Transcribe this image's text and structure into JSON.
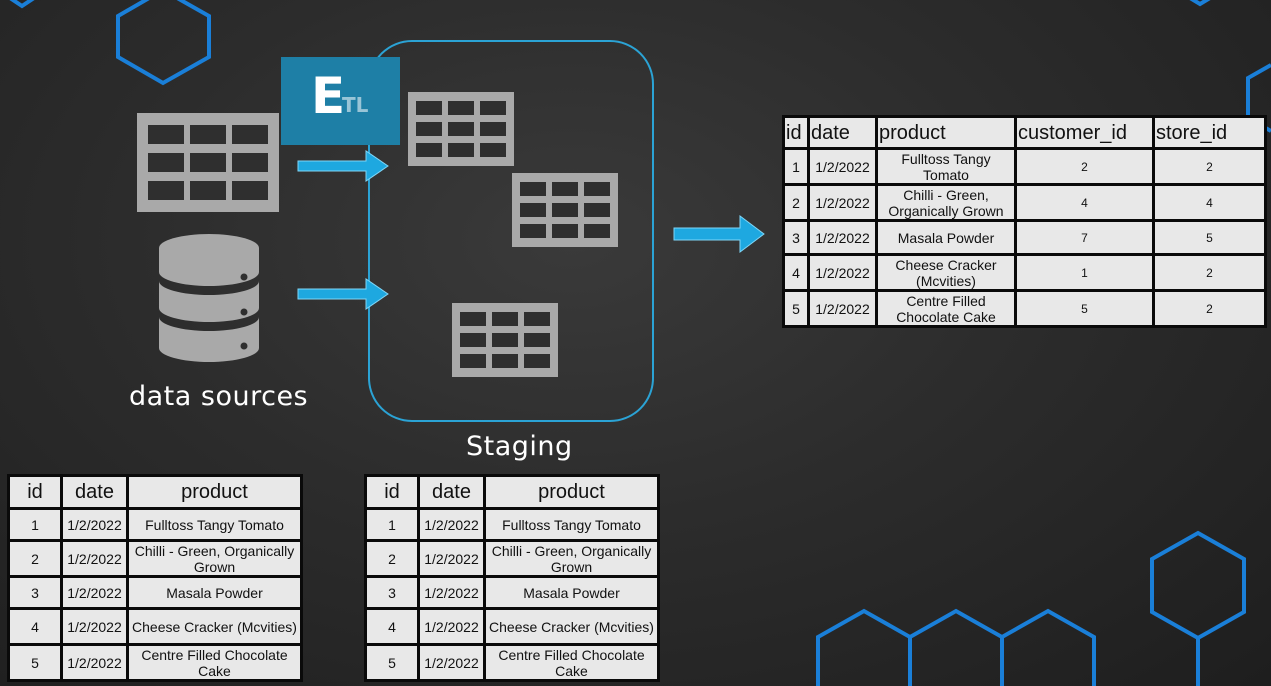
{
  "labels": {
    "data_sources": "data sources",
    "staging": "Staging",
    "etl_e": "E",
    "etl_tl": "TL"
  },
  "colors": {
    "accent": "#1ea8e0",
    "badge": "#1e7fa6",
    "icon_gray": "#a9a9a9",
    "table_bg": "#e8e8e8",
    "hex_stroke": "#1a7fd8"
  },
  "icons": [
    "table-grid-icon",
    "database-icon",
    "arrow-right-icon",
    "hexagon-decoration"
  ],
  "source_table": {
    "columns": [
      "id",
      "date",
      "product"
    ],
    "rows": [
      [
        "1",
        "1/2/2022",
        "Fulltoss Tangy Tomato"
      ],
      [
        "2",
        "1/2/2022",
        "Chilli - Green, Organically Grown"
      ],
      [
        "3",
        "1/2/2022",
        "Masala Powder"
      ],
      [
        "4",
        "1/2/2022",
        "Cheese Cracker (Mcvities)"
      ],
      [
        "5",
        "1/2/2022",
        "Centre Filled Chocolate Cake"
      ]
    ]
  },
  "staging_table": {
    "columns": [
      "id",
      "date",
      "product"
    ],
    "rows": [
      [
        "1",
        "1/2/2022",
        "Fulltoss Tangy Tomato"
      ],
      [
        "2",
        "1/2/2022",
        "Chilli - Green, Organically Grown"
      ],
      [
        "3",
        "1/2/2022",
        "Masala Powder"
      ],
      [
        "4",
        "1/2/2022",
        "Cheese Cracker (Mcvities)"
      ],
      [
        "5",
        "1/2/2022",
        "Centre Filled Chocolate Cake"
      ]
    ]
  },
  "result_table": {
    "columns": [
      "id",
      "date",
      "product",
      "customer_id",
      "store_id"
    ],
    "rows": [
      [
        "1",
        "1/2/2022",
        "Fulltoss Tangy Tomato",
        "2",
        "2"
      ],
      [
        "2",
        "1/2/2022",
        "Chilli - Green, Organically Grown",
        "4",
        "4"
      ],
      [
        "3",
        "1/2/2022",
        "Masala Powder",
        "7",
        "5"
      ],
      [
        "4",
        "1/2/2022",
        "Cheese Cracker (Mcvities)",
        "1",
        "2"
      ],
      [
        "5",
        "1/2/2022",
        "Centre Filled Chocolate Cake",
        "5",
        "2"
      ]
    ]
  }
}
